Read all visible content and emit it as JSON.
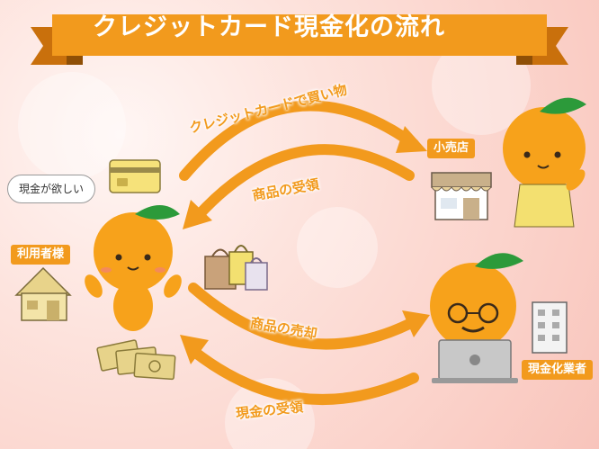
{
  "title": "クレジットカード現金化の流れ",
  "labels": {
    "user": "利用者様",
    "store": "小売店",
    "dealer": "現金化業者"
  },
  "speech_bubble": "現金が欲しい",
  "arrows": {
    "buy": "クレジットカードで買い物",
    "receive_goods": "商品の受領",
    "sell_goods": "商品の売却",
    "receive_cash": "現金の受領"
  },
  "colors": {
    "accent": "#f29a1d",
    "banner_dark": "#c9700c",
    "orange_body": "#f7a21b",
    "leaf": "#2c9a3a"
  }
}
